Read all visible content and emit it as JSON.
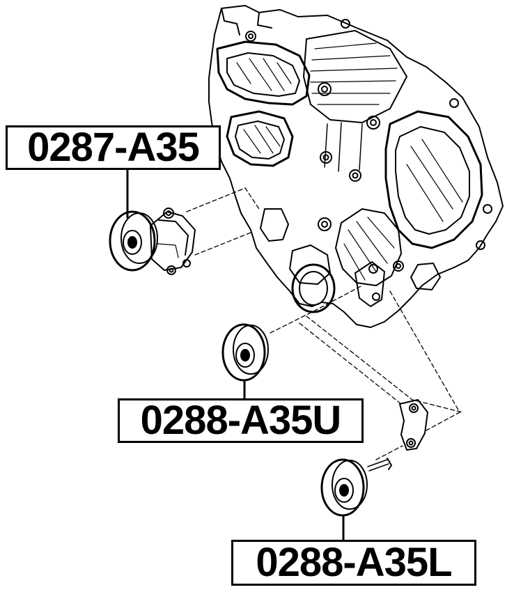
{
  "diagram": {
    "parts": [
      {
        "id": "tensioner",
        "part_number": "0287-A35"
      },
      {
        "id": "idler-upper",
        "part_number": "0288-A35U"
      },
      {
        "id": "idler-lower",
        "part_number": "0288-A35L"
      }
    ],
    "colors": {
      "ink": "#000000",
      "background": "#ffffff"
    }
  }
}
